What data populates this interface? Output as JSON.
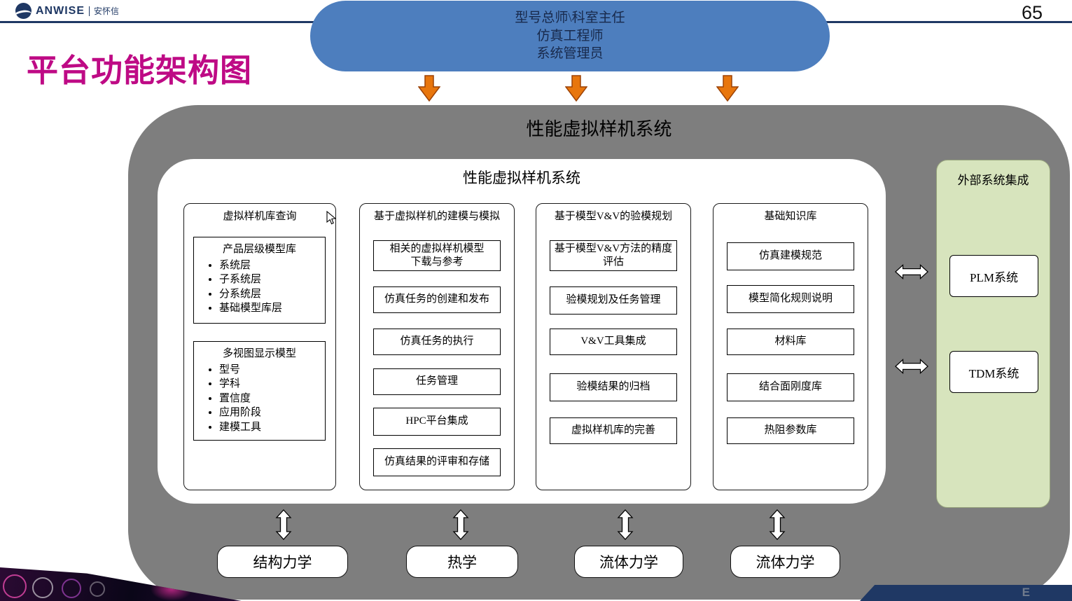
{
  "page": {
    "number": "65",
    "slide_title": "平台功能架构图"
  },
  "logo": {
    "brand": "ANWISE",
    "suffix": "安怀信"
  },
  "roles": {
    "lines": [
      "型号总师\\科室主任",
      "仿真工程师",
      "系统管理员"
    ]
  },
  "outer": {
    "title": "性能虚拟样机系统"
  },
  "inner": {
    "title": "性能虚拟样机系统",
    "columns": [
      {
        "title": "虚拟样机库查询",
        "groups": [
          {
            "title": "产品层级模型库",
            "items": [
              "系统层",
              "子系统层",
              "分系统层",
              "基础模型库层"
            ]
          },
          {
            "title": "多视图显示模型",
            "items": [
              "型号",
              "学科",
              "置信度",
              "应用阶段",
              "建模工具"
            ]
          }
        ]
      },
      {
        "title": "基于虚拟样机的建模与模拟",
        "boxes": [
          "相关的虚拟样机模型\n下载与参考",
          "仿真任务的创建和发布",
          "仿真任务的执行",
          "任务管理",
          "HPC平台集成",
          "仿真结果的评审和存储"
        ]
      },
      {
        "title": "基于模型V&V的验模规划",
        "boxes": [
          "基于模型V&V方法的精度\n评估",
          "验模规划及任务管理",
          "V&V工具集成",
          "验模结果的归档",
          "虚拟样机库的完善"
        ]
      },
      {
        "title": "基础知识库",
        "boxes": [
          "仿真建模规范",
          "模型简化规则说明",
          "材料库",
          "结合面刚度库",
          "热阻参数库"
        ]
      }
    ]
  },
  "external": {
    "title": "外部系统集成",
    "systems": [
      "PLM系统",
      "TDM系统"
    ]
  },
  "disciplines": [
    "结构力学",
    "热学",
    "流体力学",
    "流体力学"
  ],
  "footer": {
    "right_text": "E"
  },
  "colors": {
    "title_magenta": "#BE0A85",
    "capsule_blue": "#4D7EBE",
    "arrow_orange": "#E8760D",
    "arrow_orange_border": "#9C4206",
    "container_gray": "#7E7E7E",
    "panel_green": "#D7E4BD",
    "header_navy": "#1F3864"
  }
}
